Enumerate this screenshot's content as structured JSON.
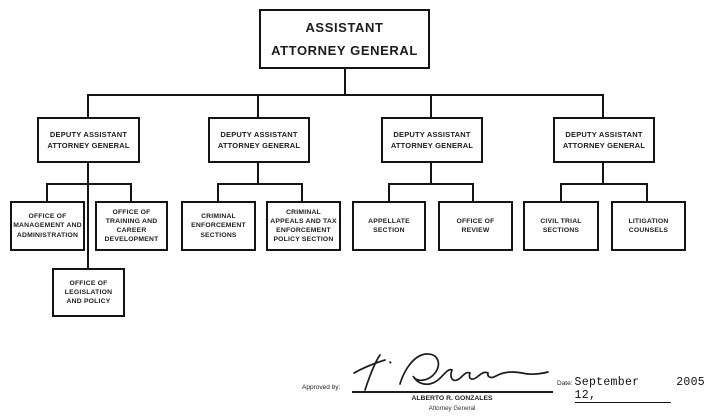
{
  "org": {
    "root": {
      "label": "ASSISTANT\nATTORNEY GENERAL"
    },
    "branches": [
      {
        "label": "DEPUTY ASSISTANT\nATTORNEY GENERAL",
        "children": [
          "OFFICE OF\nMANAGEMENT AND\nADMINISTRATION",
          "OFFICE OF\nTRAINING AND\nCAREER\nDEVELOPMENT",
          "OFFICE OF\nLEGISLATION\nAND POLICY"
        ]
      },
      {
        "label": "DEPUTY ASSISTANT\nATTORNEY GENERAL",
        "children": [
          "CRIMINAL\nENFORCEMENT\nSECTIONS",
          "CRIMINAL\nAPPEALS AND TAX\nENFORCEMENT\nPOLICY SECTION"
        ]
      },
      {
        "label": "DEPUTY ASSISTANT\nATTORNEY GENERAL",
        "children": [
          "APPELLATE\nSECTION",
          "OFFICE OF\nREVIEW"
        ]
      },
      {
        "label": "DEPUTY ASSISTANT\nATTORNEY GENERAL",
        "children": [
          "CIVIL TRIAL\nSECTIONS",
          "LITIGATION\nCOUNSELS"
        ]
      }
    ]
  },
  "approval": {
    "approved_by_label": "Approved by:",
    "signatory_name": "ALBERTO R. GONZALES",
    "signatory_title": "Attorney General",
    "date_label": "Date:",
    "date_underlined": "September 12,",
    "date_year": "2005"
  },
  "colors": {
    "line": "#141414",
    "background": "#ffffff"
  }
}
